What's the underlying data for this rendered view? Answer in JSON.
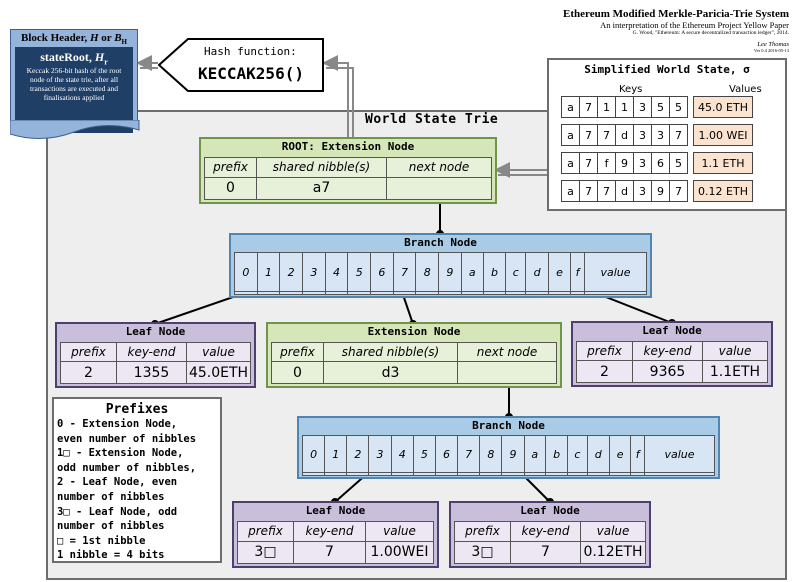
{
  "title": {
    "line1": "Ethereum Modified Merkle-Paricia-Trie System",
    "line2": "An interpretation of the Ethereum Project Yellow Paper",
    "line3": "G. Wood, \"Ethereum: A secure decentralized transaction ledger\", 2014.",
    "author": "Lee Thomas",
    "version": "Ver 0.4 2016-05-13"
  },
  "block_header": {
    "title_prefix": "Block Header, ",
    "title_h": "H",
    "title_or": " or ",
    "title_bh": "B",
    "title_bh_sub": "H",
    "state_root": "stateRoot, ",
    "state_root_h": "H",
    "state_root_sub": "r",
    "description": "Keccak 256-bit hash of the root node of the state trie, after all transactions are executed and finalisations applied"
  },
  "hash": {
    "label": "Hash function:",
    "name": "KECCAK256()"
  },
  "world_state_trie": {
    "title": "World State Trie"
  },
  "simplified_world_state": {
    "title": "Simplified World State, σ",
    "keys_header": "Keys",
    "values_header": "Values",
    "rows": [
      {
        "keys": [
          "a",
          "7",
          "1",
          "1",
          "3",
          "5",
          "5"
        ],
        "value": "45.0 ETH"
      },
      {
        "keys": [
          "a",
          "7",
          "7",
          "d",
          "3",
          "3",
          "7"
        ],
        "value": "1.00 WEI"
      },
      {
        "keys": [
          "a",
          "7",
          "f",
          "9",
          "3",
          "6",
          "5"
        ],
        "value": "1.1 ETH"
      },
      {
        "keys": [
          "a",
          "7",
          "7",
          "d",
          "3",
          "9",
          "7"
        ],
        "value": "0.12 ETH"
      }
    ]
  },
  "root_node": {
    "title": "ROOT: Extension Node",
    "headers": [
      "prefix",
      "shared nibble(s)",
      "next node"
    ],
    "values": [
      "0",
      "a7",
      ""
    ]
  },
  "branch_node_1": {
    "title": "Branch Node",
    "headers": [
      "0",
      "1",
      "2",
      "3",
      "4",
      "5",
      "6",
      "7",
      "8",
      "9",
      "a",
      "b",
      "c",
      "d",
      "e",
      "f",
      "value"
    ]
  },
  "leaf_node_1": {
    "title": "Leaf Node",
    "headers": [
      "prefix",
      "key-end",
      "value"
    ],
    "values": [
      "2",
      "1355",
      "45.0ETH"
    ]
  },
  "extension_node_2": {
    "title": "Extension Node",
    "headers": [
      "prefix",
      "shared nibble(s)",
      "next node"
    ],
    "values": [
      "0",
      "d3",
      ""
    ]
  },
  "leaf_node_2": {
    "title": "Leaf Node",
    "headers": [
      "prefix",
      "key-end",
      "value"
    ],
    "values": [
      "2",
      "9365",
      "1.1ETH"
    ]
  },
  "branch_node_2": {
    "title": "Branch Node",
    "headers": [
      "0",
      "1",
      "2",
      "3",
      "4",
      "5",
      "6",
      "7",
      "8",
      "9",
      "a",
      "b",
      "c",
      "d",
      "e",
      "f",
      "value"
    ]
  },
  "leaf_node_3": {
    "title": "Leaf Node",
    "headers": [
      "prefix",
      "key-end",
      "value"
    ],
    "values": [
      "3□",
      "7",
      "1.00WEI"
    ]
  },
  "leaf_node_4": {
    "title": "Leaf Node",
    "headers": [
      "prefix",
      "key-end",
      "value"
    ],
    "values": [
      "3□",
      "7",
      "0.12ETH"
    ]
  },
  "prefixes": {
    "title": "Prefixes",
    "lines": [
      "0 - Extension Node,",
      "even number of nibbles",
      "1□ - Extension Node,",
      "odd number of nibbles,",
      "2 - Leaf Node, even",
      "number of nibbles",
      "3□ - Leaf Node, odd",
      "number of nibbles",
      "□ = 1st nibble",
      "1 nibble = 4 bits"
    ]
  },
  "colors": {
    "extension": "#d5e6b8",
    "leaf": "#c9bfdb",
    "branch": "#a9cbe5",
    "value_cell": "#fbe3cf",
    "block_header": "#1f3f66"
  }
}
